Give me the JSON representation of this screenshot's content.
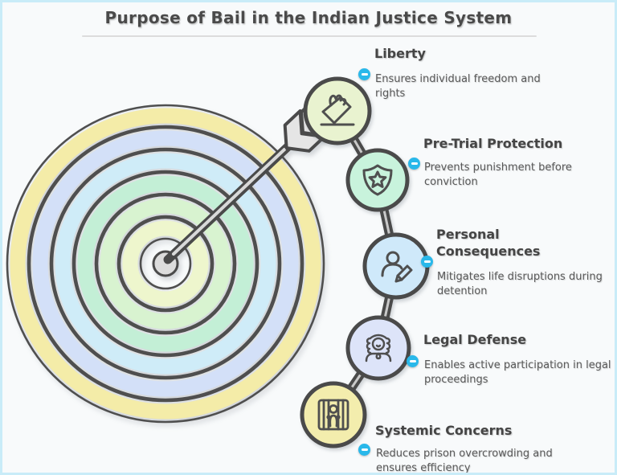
{
  "title": "Purpose of Bail in the Indian Justice System",
  "colors": {
    "accent": "#29b8ea",
    "outline": "#4a4a4a",
    "background": "#f8fafb",
    "border": "#c9ecf8",
    "heading_text": "#454545",
    "body_text": "#595959"
  },
  "target": {
    "ring_colors": [
      "#f4eca8",
      "#d3e0f8",
      "#cfecf8",
      "#c3efd6",
      "#d8f3d0",
      "#eef6cd"
    ],
    "bullseye_color": "#dcdcdc",
    "arrow_color": "#e5e5e5"
  },
  "items": [
    {
      "heading": "Liberty",
      "description": "Ensures individual freedom and rights",
      "icon": "ballot-hand-icon",
      "circle_color": "#e9f3d0"
    },
    {
      "heading": "Pre-Trial Protection",
      "description": "Prevents punishment before conviction",
      "icon": "shield-star-icon",
      "circle_color": "#c8f3dc"
    },
    {
      "heading": "Personal Consequences",
      "description": "Mitigates life disruptions during detention",
      "icon": "person-pencil-icon",
      "circle_color": "#cfe9fa"
    },
    {
      "heading": "Legal Defense",
      "description": "Enables active participation in legal proceedings",
      "icon": "judge-icon",
      "circle_color": "#dde4f9"
    },
    {
      "heading": "Systemic Concerns",
      "description": "Reduces prison overcrowding and ensures efficiency",
      "icon": "prisoner-bars-icon",
      "circle_color": "#f3edad"
    }
  ]
}
